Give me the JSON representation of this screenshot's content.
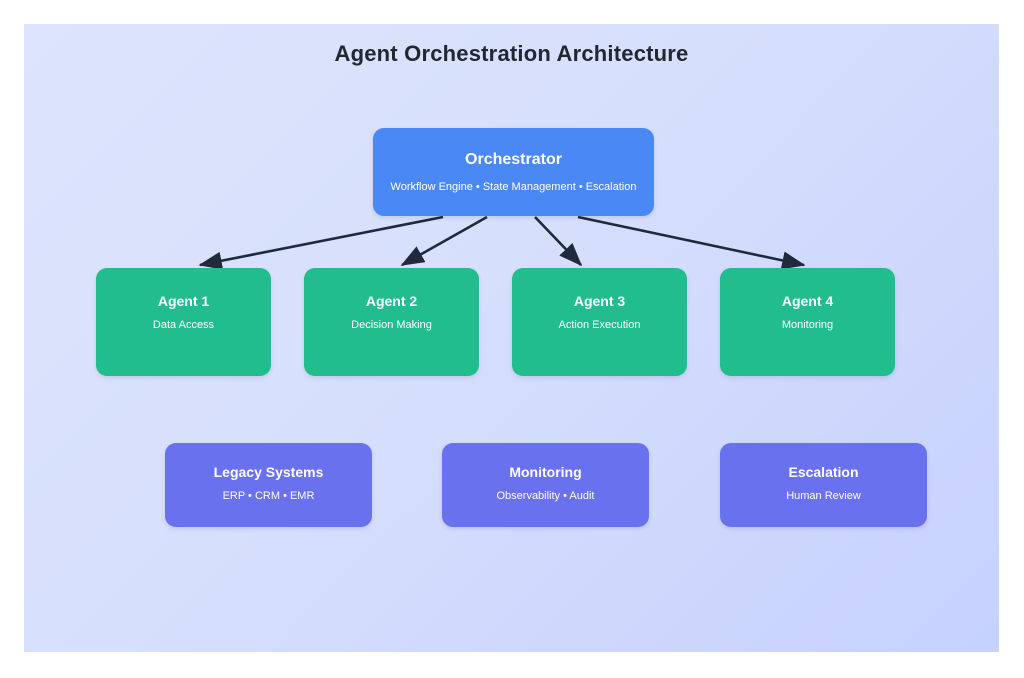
{
  "diagram": {
    "title": "Agent Orchestration Architecture",
    "colors": {
      "background_from": "#dde4fd",
      "background_to": "#c6d1fe",
      "orchestrator": "#4a88f5",
      "agent": "#22bd8c",
      "support": "#6a71ee",
      "connector": "#1f2a3d",
      "title_text": "#222733",
      "node_text": "#ffffff"
    },
    "orchestrator": {
      "title": "Orchestrator",
      "subtitle": "Workflow Engine • State Management • Escalation"
    },
    "agents": [
      {
        "title": "Agent 1",
        "subtitle": "Data Access"
      },
      {
        "title": "Agent 2",
        "subtitle": "Decision Making"
      },
      {
        "title": "Agent 3",
        "subtitle": "Action Execution"
      },
      {
        "title": "Agent 4",
        "subtitle": "Monitoring"
      }
    ],
    "support": [
      {
        "title": "Legacy Systems",
        "subtitle": "ERP • CRM • EMR"
      },
      {
        "title": "Monitoring",
        "subtitle": "Observability • Audit"
      },
      {
        "title": "Escalation",
        "subtitle": "Human Review"
      }
    ],
    "connections": [
      {
        "from": "Orchestrator",
        "to": "Agent 1"
      },
      {
        "from": "Orchestrator",
        "to": "Agent 2"
      },
      {
        "from": "Orchestrator",
        "to": "Agent 3"
      },
      {
        "from": "Orchestrator",
        "to": "Agent 4"
      }
    ]
  }
}
